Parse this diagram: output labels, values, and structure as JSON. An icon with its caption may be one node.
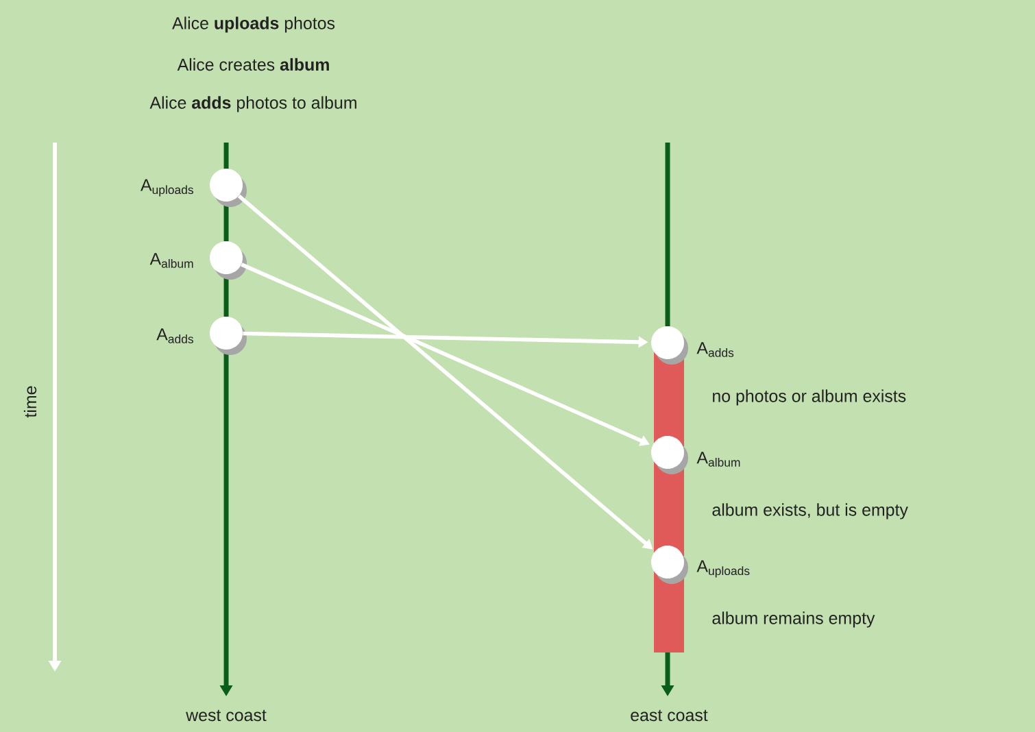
{
  "diagram": {
    "nodes": [
      {
        "text": [],
        "shape": "circle",
        "beside": [
          "A$_{uploads}$"
        ]
      },
      {
        "text": [],
        "shape": "circle",
        "beside": [
          "A$_{album}$"
        ]
      },
      {
        "text": [],
        "shape": "circle",
        "beside": [
          "A$_{adds}$"
        ]
      },
      {
        "text": [],
        "shape": "circle",
        "beside": [
          "A$_{adds}$"
        ]
      },
      {
        "text": [],
        "shape": "circle",
        "beside": [
          "A$_{album}$"
        ]
      },
      {
        "text": [],
        "shape": "circle",
        "beside": [
          "A$_{uploads}$"
        ]
      }
    ],
    "edges": [
      {
        "from": 0,
        "to": 5,
        "arrow": "to"
      },
      {
        "from": 1,
        "to": 4,
        "arrow": "to"
      },
      {
        "from": 2,
        "to": 3,
        "arrow": "to"
      }
    ],
    "labels": [
      "Alice **uploads** photos",
      "Alice creates **album**",
      "Alice **adds** photos to album",
      "time",
      "no photos or album exists",
      "album exists, but is empty",
      "album remains empty",
      "west coast",
      "east coast"
    ]
  }
}
